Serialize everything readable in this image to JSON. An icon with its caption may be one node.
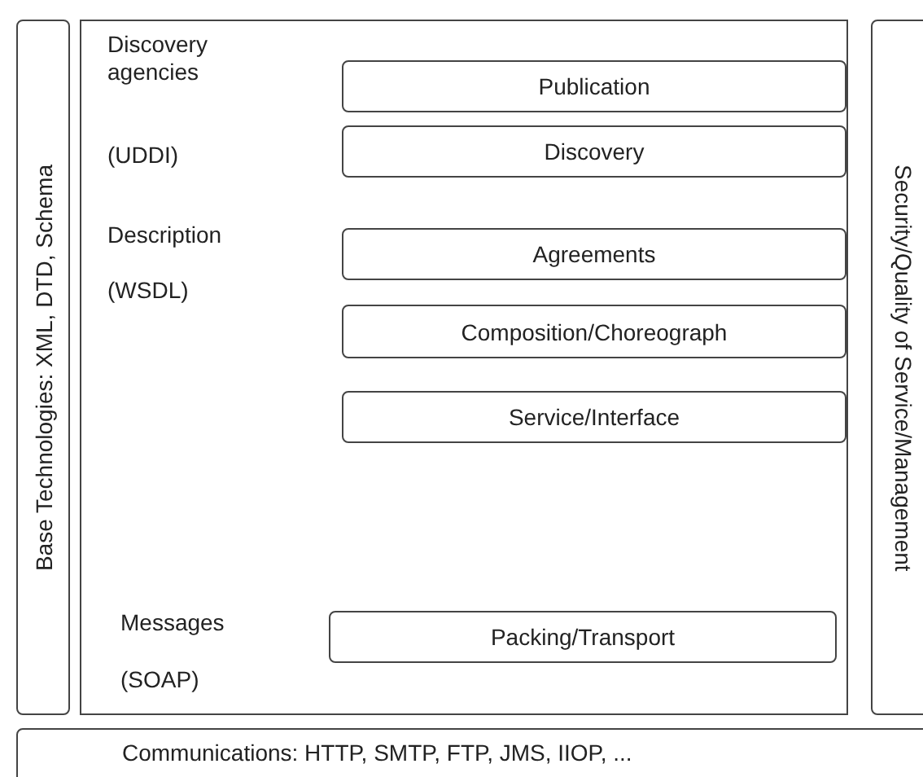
{
  "diagram": {
    "nodes": [
      {
        "text": [
          "Base Technologies: XML, DTD, Schema"
        ]
      },
      {
        "text": [
          "Discovery agencies",
          "(UDDI)"
        ]
      },
      {
        "text": [
          "Publication"
        ],
        "in": 1
      },
      {
        "text": [
          "Discovery"
        ],
        "in": 1
      },
      {
        "text": [
          "Description",
          "(WSDL)"
        ]
      },
      {
        "text": [
          "Agreements"
        ],
        "in": 4
      },
      {
        "text": [
          "Composition/Choreograph"
        ],
        "in": 4
      },
      {
        "text": [
          "Service/Interface"
        ],
        "in": 4
      },
      {
        "text": [
          "Messages",
          "(SOAP)"
        ]
      },
      {
        "text": [
          "Packing/Transport"
        ],
        "in": 8
      },
      {
        "text": [
          "Security/Quality of Service/Management"
        ]
      },
      {
        "text": [
          "Communications: HTTP, SMTP, FTP, JMS, IIOP, ..."
        ]
      }
    ],
    "edges": []
  }
}
